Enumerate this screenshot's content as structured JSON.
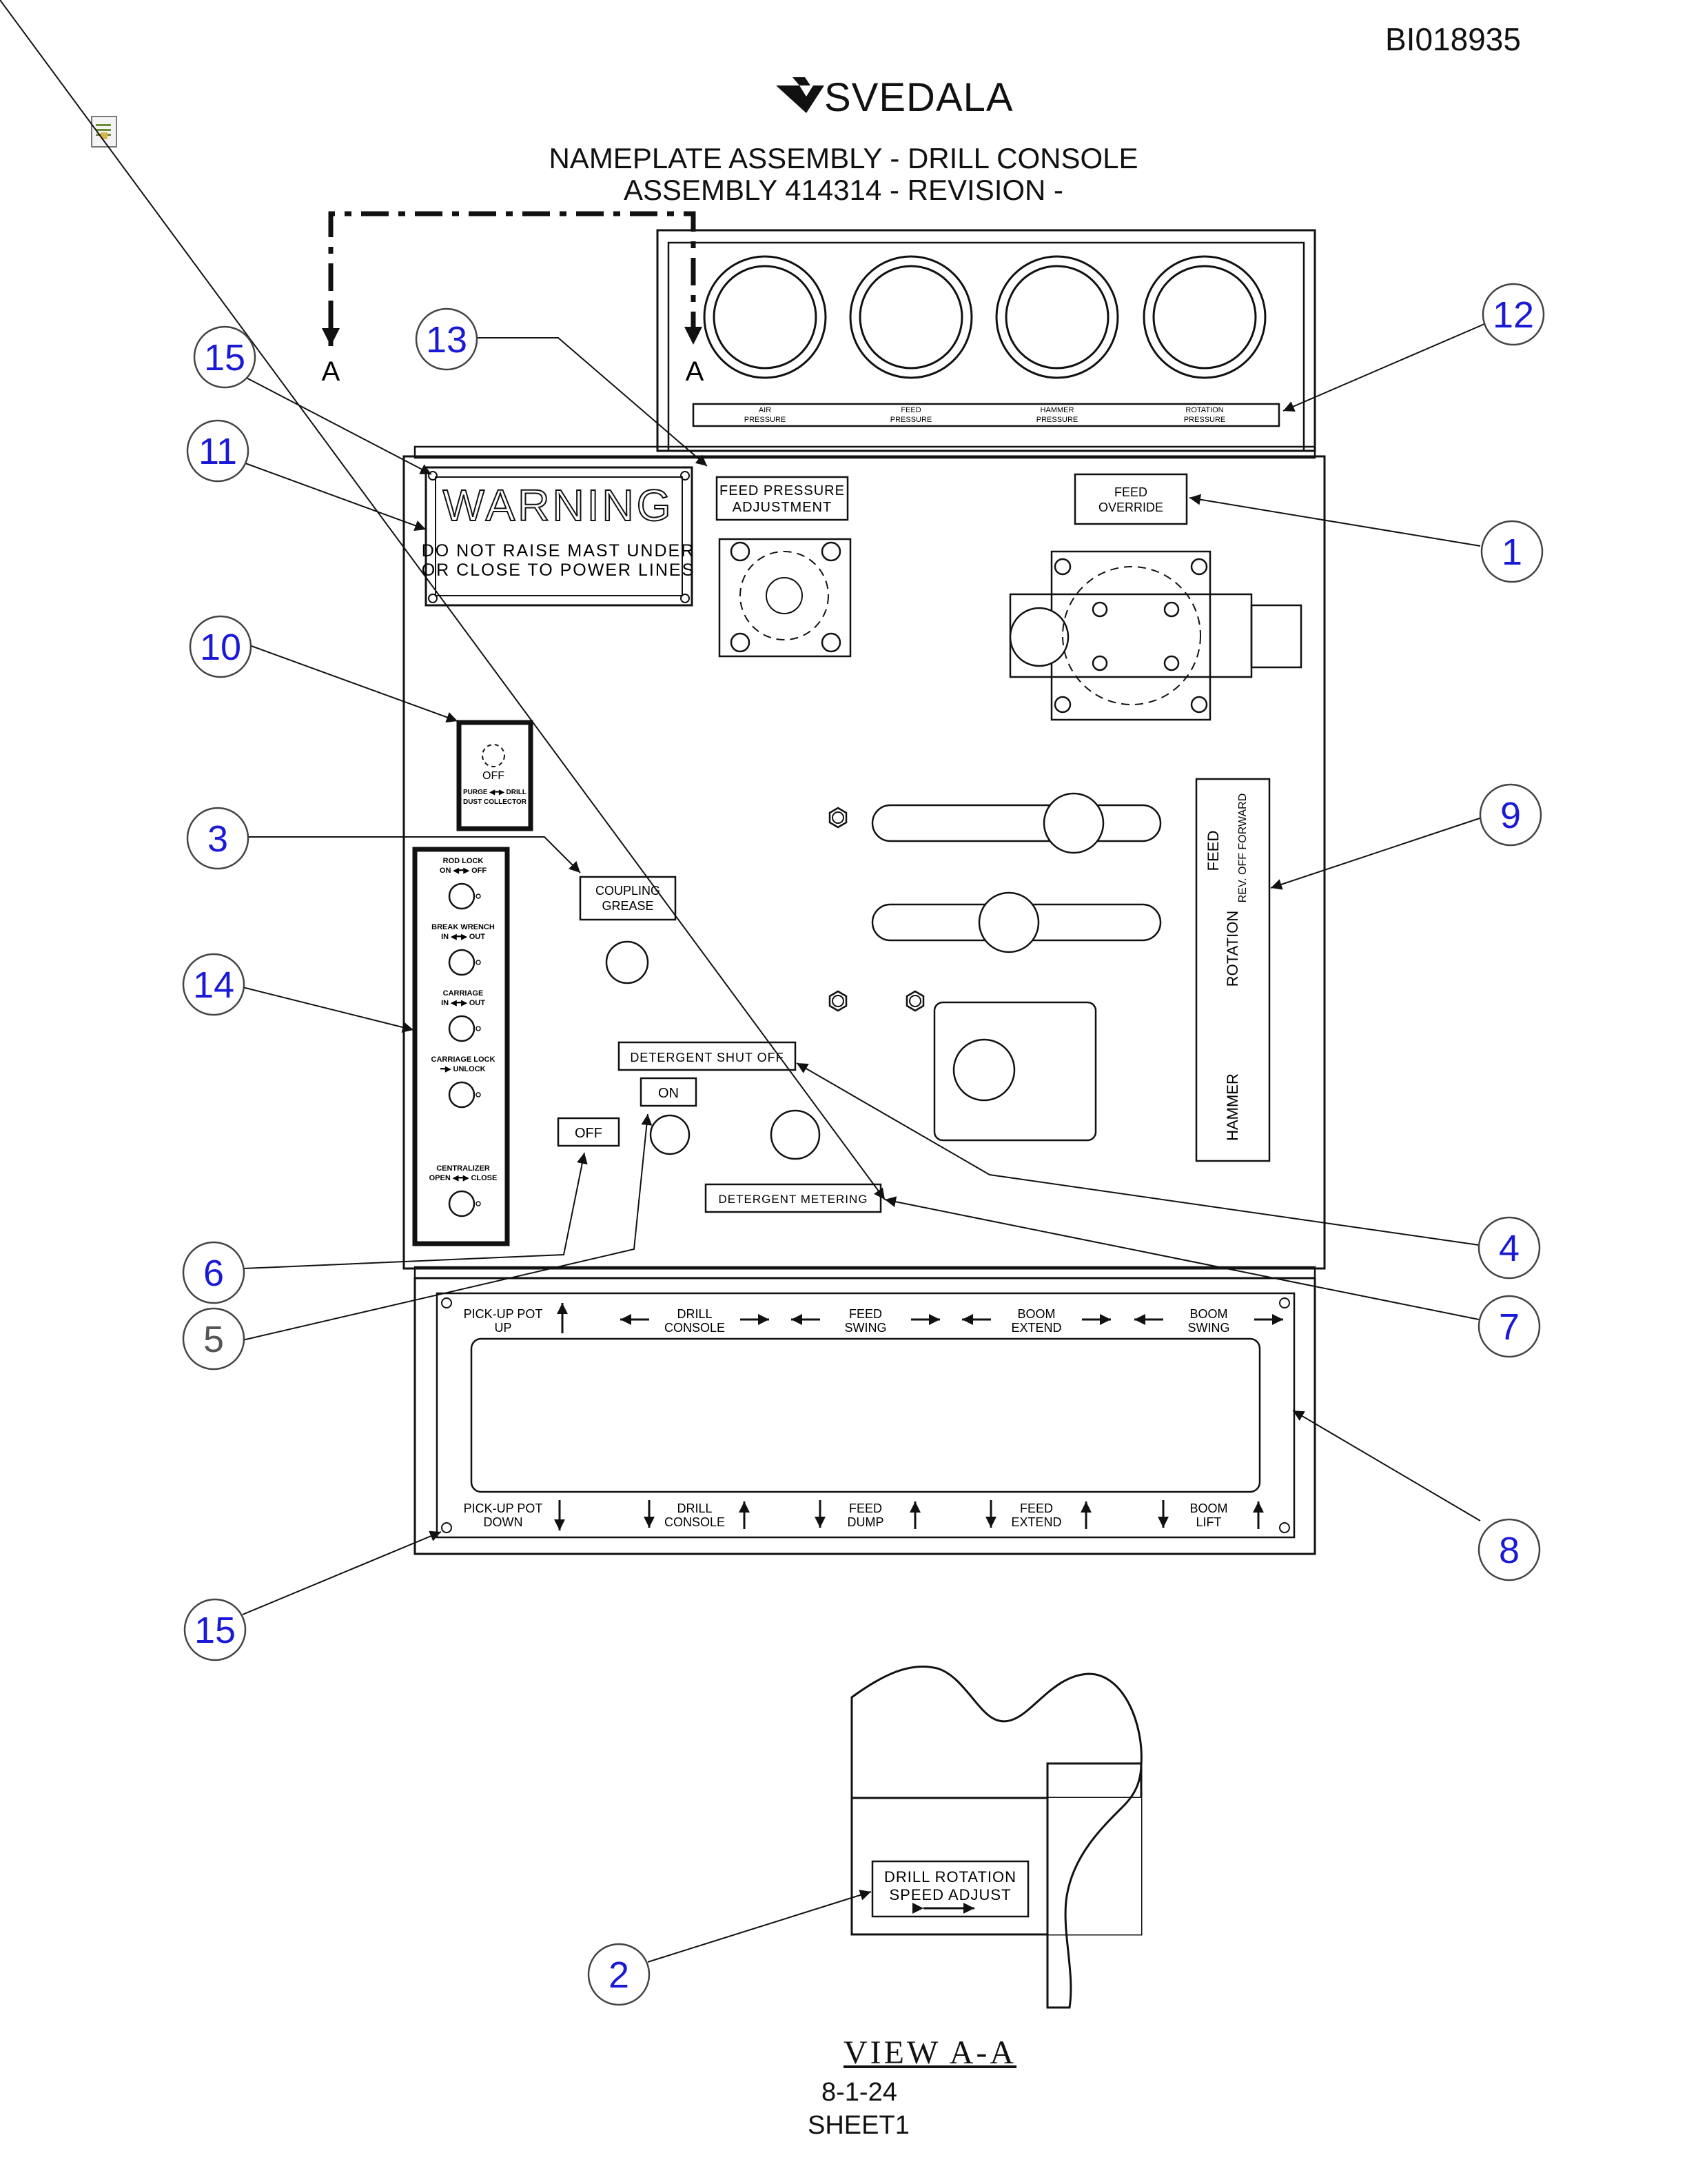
{
  "document": {
    "doc_id": "BI018935",
    "brand": "SVEDALA",
    "title_line1": "NAMEPLATE ASSEMBLY - DRILL CONSOLE",
    "title_line2": "ASSEMBLY 414314 - REVISION -",
    "view_label": "VIEW A-A",
    "section_marker": "A",
    "date": "8-1-24",
    "sheet": "SHEET1"
  },
  "callouts": [
    "15",
    "13",
    "12",
    "11",
    "1",
    "10",
    "3",
    "9",
    "14",
    "4",
    "6",
    "5",
    "7",
    "8",
    "15",
    "2"
  ],
  "gauges": [
    "AIR PRESSURE",
    "FEED PRESSURE",
    "HAMMER PRESSURE",
    "ROTATION PRESSURE"
  ],
  "warning": {
    "heading": "WARNING",
    "line1": "DO NOT RAISE MAST UNDER",
    "line2": "OR CLOSE TO POWER LINES"
  },
  "labels": {
    "feed_pressure_l1": "FEED PRESSURE",
    "feed_pressure_l2": "ADJUSTMENT",
    "feed_override_l1": "FEED",
    "feed_override_l2": "OVERRIDE",
    "dust_off": "OFF",
    "dust_l1": "PURGE ◀━▶ DRILL",
    "dust_l2": "DUST COLLECTOR",
    "coupling_l1": "COUPLING",
    "coupling_l2": "GREASE",
    "detergent_shutoff": "DETERGENT SHUT OFF",
    "on": "ON",
    "off": "OFF",
    "detergent_metering": "DETERGENT METERING",
    "feed": "FEED",
    "rev_off_forward": "REV.  OFF  FORWARD",
    "rotation": "ROTATION",
    "hammer": "HAMMER",
    "drill_rotation_l1": "DRILL ROTATION",
    "drill_rotation_l2": "SPEED ADJUST"
  },
  "left_panel": [
    {
      "l1": "ROD LOCK",
      "l2": "ON ◀━▶ OFF"
    },
    {
      "l1": "BREAK WRENCH",
      "l2": "IN ◀━▶ OUT"
    },
    {
      "l1": "CARRIAGE",
      "l2": "IN ◀━▶ OUT"
    },
    {
      "l1": "CARRIAGE LOCK",
      "l2": "━▶ UNLOCK"
    },
    {
      "l1": "CENTRALIZER",
      "l2": "OPEN ◀━▶ CLOSE"
    }
  ],
  "bottom_panel": {
    "top": [
      {
        "l1": "PICK-UP POT",
        "l2": "UP"
      },
      {
        "l1": "DRILL",
        "l2": "CONSOLE"
      },
      {
        "l1": "FEED",
        "l2": "SWING"
      },
      {
        "l1": "BOOM",
        "l2": "EXTEND"
      },
      {
        "l1": "BOOM",
        "l2": "SWING"
      }
    ],
    "bottom": [
      {
        "l1": "PICK-UP POT",
        "l2": "DOWN"
      },
      {
        "l1": "DRILL",
        "l2": "CONSOLE"
      },
      {
        "l1": "FEED",
        "l2": "DUMP"
      },
      {
        "l1": "FEED",
        "l2": "EXTEND"
      },
      {
        "l1": "BOOM",
        "l2": "LIFT"
      }
    ]
  }
}
